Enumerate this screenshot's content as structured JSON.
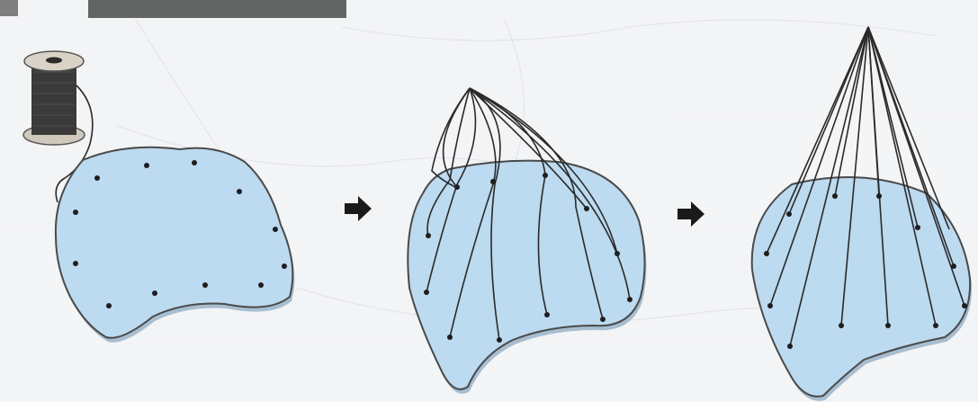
{
  "figure": {
    "steps": [
      {
        "name": "spool-and-cloth"
      },
      {
        "name": "threads-gathered"
      },
      {
        "name": "threads-lifted"
      }
    ],
    "arrows": 2,
    "colors": {
      "cloth": "#bcdaf0",
      "cloth_edge": "#4a4a4a",
      "thread": "#2a2a2a",
      "spool_wood": "#d8d3c6",
      "spool_thread": "#3a3a3a",
      "background": "#f3f4f6"
    },
    "icons": [
      "thread-spool-icon",
      "right-arrow-icon"
    ]
  }
}
